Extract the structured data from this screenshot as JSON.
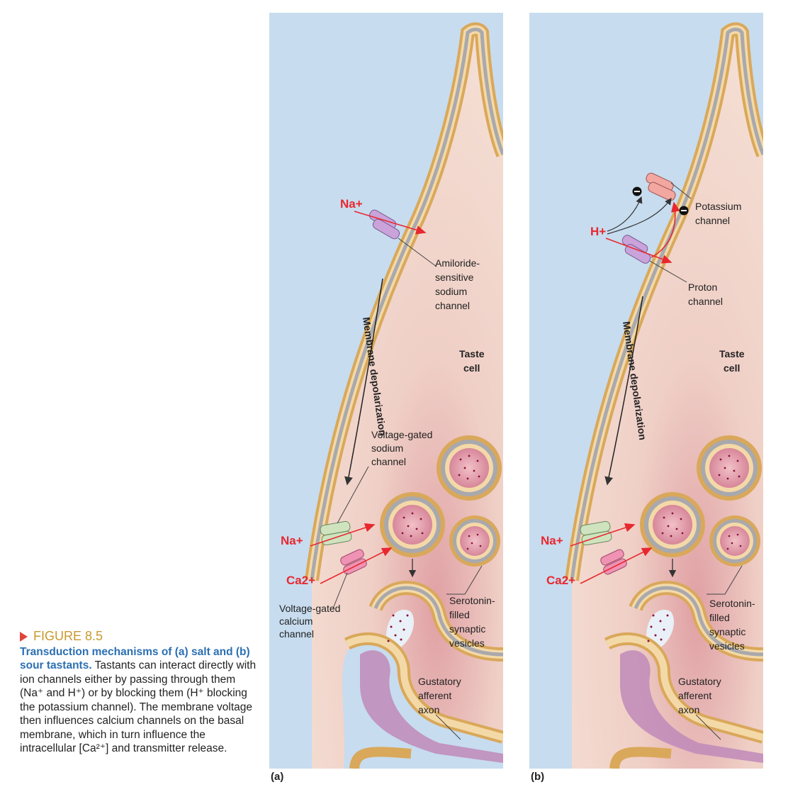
{
  "caption": {
    "figure_label": "FIGURE 8.5",
    "title": "Transduction mechanisms of (a) salt and (b) sour tastants.",
    "body": "Tastants can interact directly with ion channels either by passing through them (Na⁺ and H⁺) or by blocking them (H⁺ blocking the potassium channel). The membrane voltage then influences calcium channels on the basal membrane, which in turn influence the intracellular [Ca²⁺] and transmitter release."
  },
  "panel_a": {
    "label": "(a)",
    "na_top": "Na+",
    "amiloride_label": [
      "Amiloride-",
      "sensitive",
      "sodium",
      "channel"
    ],
    "depolarization": "Membrane depolarization",
    "taste_cell": [
      "Taste",
      "cell"
    ],
    "vg_sodium_label": [
      "Voltage-gated",
      "sodium",
      "channel"
    ],
    "na_bottom": "Na+",
    "ca": "Ca2+",
    "vg_calcium_label": [
      "Voltage-gated",
      "calcium",
      "channel"
    ],
    "serotonin_label": [
      "Serotonin-",
      "filled",
      "synaptic",
      "vesicles"
    ],
    "axon_label": [
      "Gustatory",
      "afferent",
      "axon"
    ]
  },
  "panel_b": {
    "label": "(b)",
    "h_ion": "H+",
    "potassium_label": [
      "Potassium",
      "channel"
    ],
    "proton_label": [
      "Proton",
      "channel"
    ],
    "depolarization": "Membrane depolarization",
    "taste_cell": [
      "Taste",
      "cell"
    ],
    "na_bottom": "Na+",
    "ca": "Ca2+",
    "serotonin_label": [
      "Serotonin-",
      "filled",
      "synaptic",
      "vesicles"
    ],
    "axon_label": [
      "Gustatory",
      "afferent",
      "axon"
    ]
  },
  "colors": {
    "background": "#c7dcef",
    "cell_fill": "#f1d6cd",
    "membrane_outer": "#d9a85a",
    "membrane_mid": "#f4d9a8",
    "membrane_inner": "#a9a9ad",
    "ion_red": "#e8282f",
    "sodium_channel": "#c9a3d9",
    "potassium_channel": "#f2a7a0",
    "vg_sodium_channel": "#cfe3bf",
    "calcium_channel": "#ef92b3",
    "vesicle_core": "#d98b9d",
    "dots": "#8a1238",
    "axon": "#c08ab8",
    "caption_title": "#2c6fb3",
    "figure_label": "#c99a2e"
  }
}
